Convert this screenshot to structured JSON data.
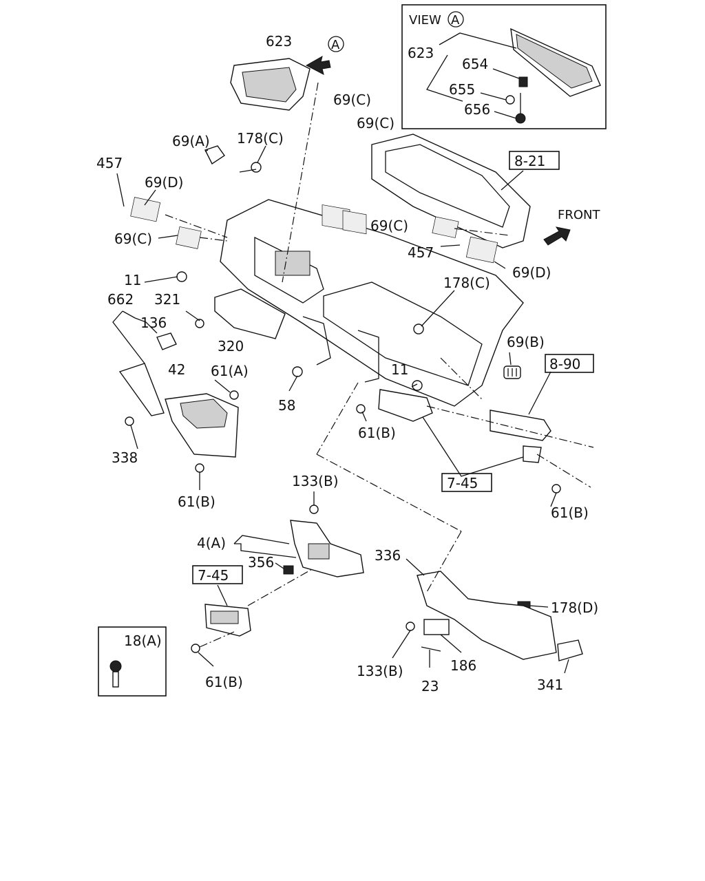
{
  "view_box": {
    "title": "VIEW",
    "marker": "A"
  },
  "view_marker": "A",
  "front_label": "FRONT",
  "boxed_refs": [
    "8-21",
    "8-90",
    "7-45",
    "7-45"
  ],
  "inset_fastener": "18(A)",
  "labels": [
    "623",
    "623",
    "654",
    "655",
    "656",
    "69(C)",
    "69(C)",
    "69(A)",
    "178(C)",
    "457",
    "69(D)",
    "69(C)",
    "11",
    "69(C)",
    "457",
    "69(D)",
    "662",
    "321",
    "136",
    "178(C)",
    "69(B)",
    "320",
    "42",
    "61(A)",
    "11",
    "58",
    "61(B)",
    "338",
    "61(B)",
    "61(B)",
    "133(B)",
    "4(A)",
    "356",
    "336",
    "178(D)",
    "133(B)",
    "186",
    "23",
    "341",
    "61(B)"
  ]
}
